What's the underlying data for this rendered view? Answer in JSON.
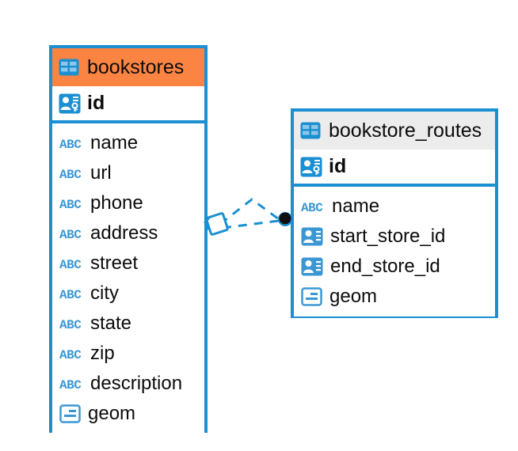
{
  "diagram": {
    "type": "entity-relationship-diagram",
    "background": "#ffffff",
    "accent_color": "#1a8fd1",
    "selected_header_color": "#fb8443",
    "plain_header_color": "#ececec",
    "text_color": "#0c0c0c"
  },
  "entities": [
    {
      "name": "bookstores",
      "selected": true,
      "table_icon": "table-icon",
      "primary_key": {
        "label": "id",
        "icon": "primary-key-icon"
      },
      "fields": [
        {
          "label": "name",
          "icon": "abc-text-icon",
          "icon_text": "ABC"
        },
        {
          "label": "url",
          "icon": "abc-text-icon",
          "icon_text": "ABC"
        },
        {
          "label": "phone",
          "icon": "abc-text-icon",
          "icon_text": "ABC"
        },
        {
          "label": "address",
          "icon": "abc-text-icon",
          "icon_text": "ABC"
        },
        {
          "label": "street",
          "icon": "abc-text-icon",
          "icon_text": "ABC"
        },
        {
          "label": "city",
          "icon": "abc-text-icon",
          "icon_text": "ABC"
        },
        {
          "label": "state",
          "icon": "abc-text-icon",
          "icon_text": "ABC"
        },
        {
          "label": "zip",
          "icon": "abc-text-icon",
          "icon_text": "ABC"
        },
        {
          "label": "description",
          "icon": "abc-text-icon",
          "icon_text": "ABC"
        },
        {
          "label": "geom",
          "icon": "geometry-icon",
          "icon_text": ""
        }
      ]
    },
    {
      "name": "bookstore_routes",
      "selected": false,
      "table_icon": "table-icon",
      "primary_key": {
        "label": "id",
        "icon": "primary-key-icon"
      },
      "fields": [
        {
          "label": "name",
          "icon": "abc-text-icon",
          "icon_text": "ABC"
        },
        {
          "label": "start_store_id",
          "icon": "foreign-key-icon",
          "icon_text": ""
        },
        {
          "label": "end_store_id",
          "icon": "foreign-key-icon",
          "icon_text": ""
        },
        {
          "label": "geom",
          "icon": "geometry-icon",
          "icon_text": ""
        }
      ]
    }
  ],
  "relationships": [
    {
      "from": "bookstores",
      "to": "bookstore_routes",
      "style": "dashed",
      "source_marker": "diamond",
      "target_marker": "filled-circle"
    },
    {
      "from": "bookstores",
      "to": "bookstore_routes",
      "style": "dashed",
      "source_marker": "diamond",
      "target_marker": "filled-circle"
    }
  ]
}
